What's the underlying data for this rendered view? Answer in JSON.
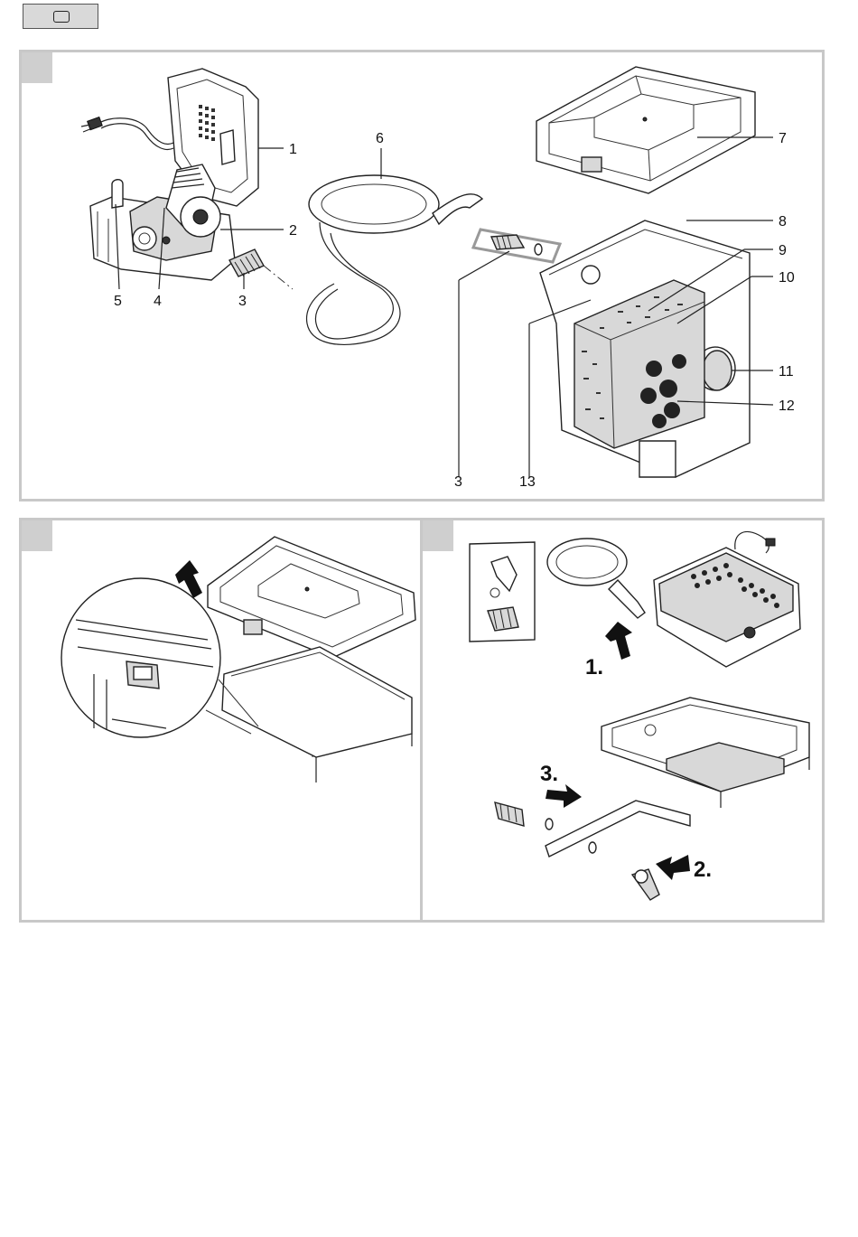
{
  "header": {
    "tab_icon": "rounded-rectangle-icon"
  },
  "figure1": {
    "callouts": [
      "1",
      "2",
      "3",
      "4",
      "5",
      "6",
      "7",
      "8",
      "9",
      "10",
      "11",
      "12",
      "3",
      "13"
    ]
  },
  "figure3": {
    "steps": [
      "1.",
      "2.",
      "3."
    ]
  }
}
